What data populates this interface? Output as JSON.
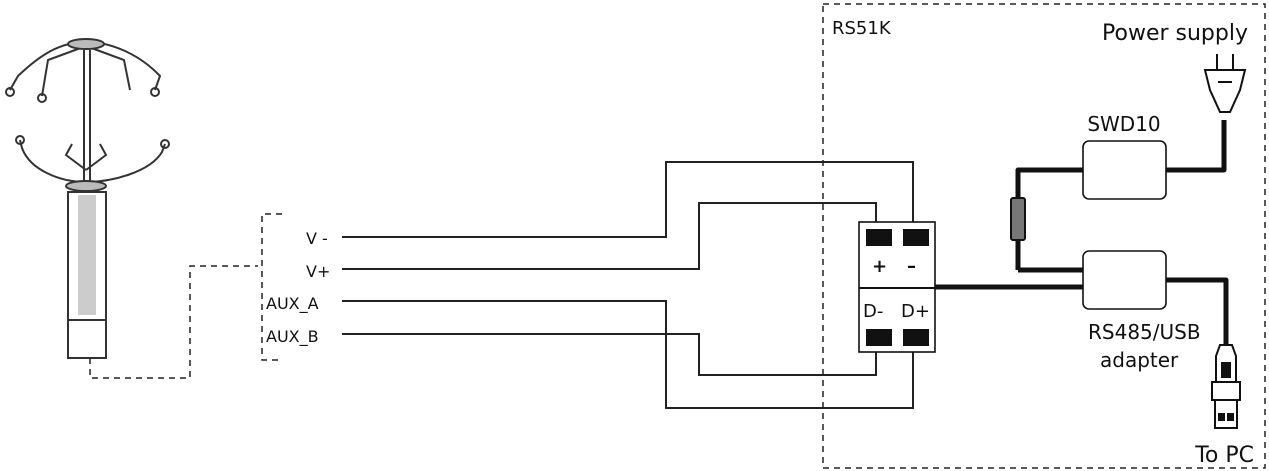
{
  "module_label": "RS51K",
  "power_supply_label": "Power supply",
  "swd_label": "SWD10",
  "adapter_label_line1": "RS485/USB",
  "adapter_label_line2": "adapter",
  "to_pc_label": "To PC",
  "wire_labels": [
    "V -",
    "V+",
    "AUX_A",
    "AUX_B"
  ],
  "terminal_top_left": "+",
  "terminal_top_right": "–",
  "terminal_bottom_left": "D-",
  "terminal_bottom_right": "D+"
}
